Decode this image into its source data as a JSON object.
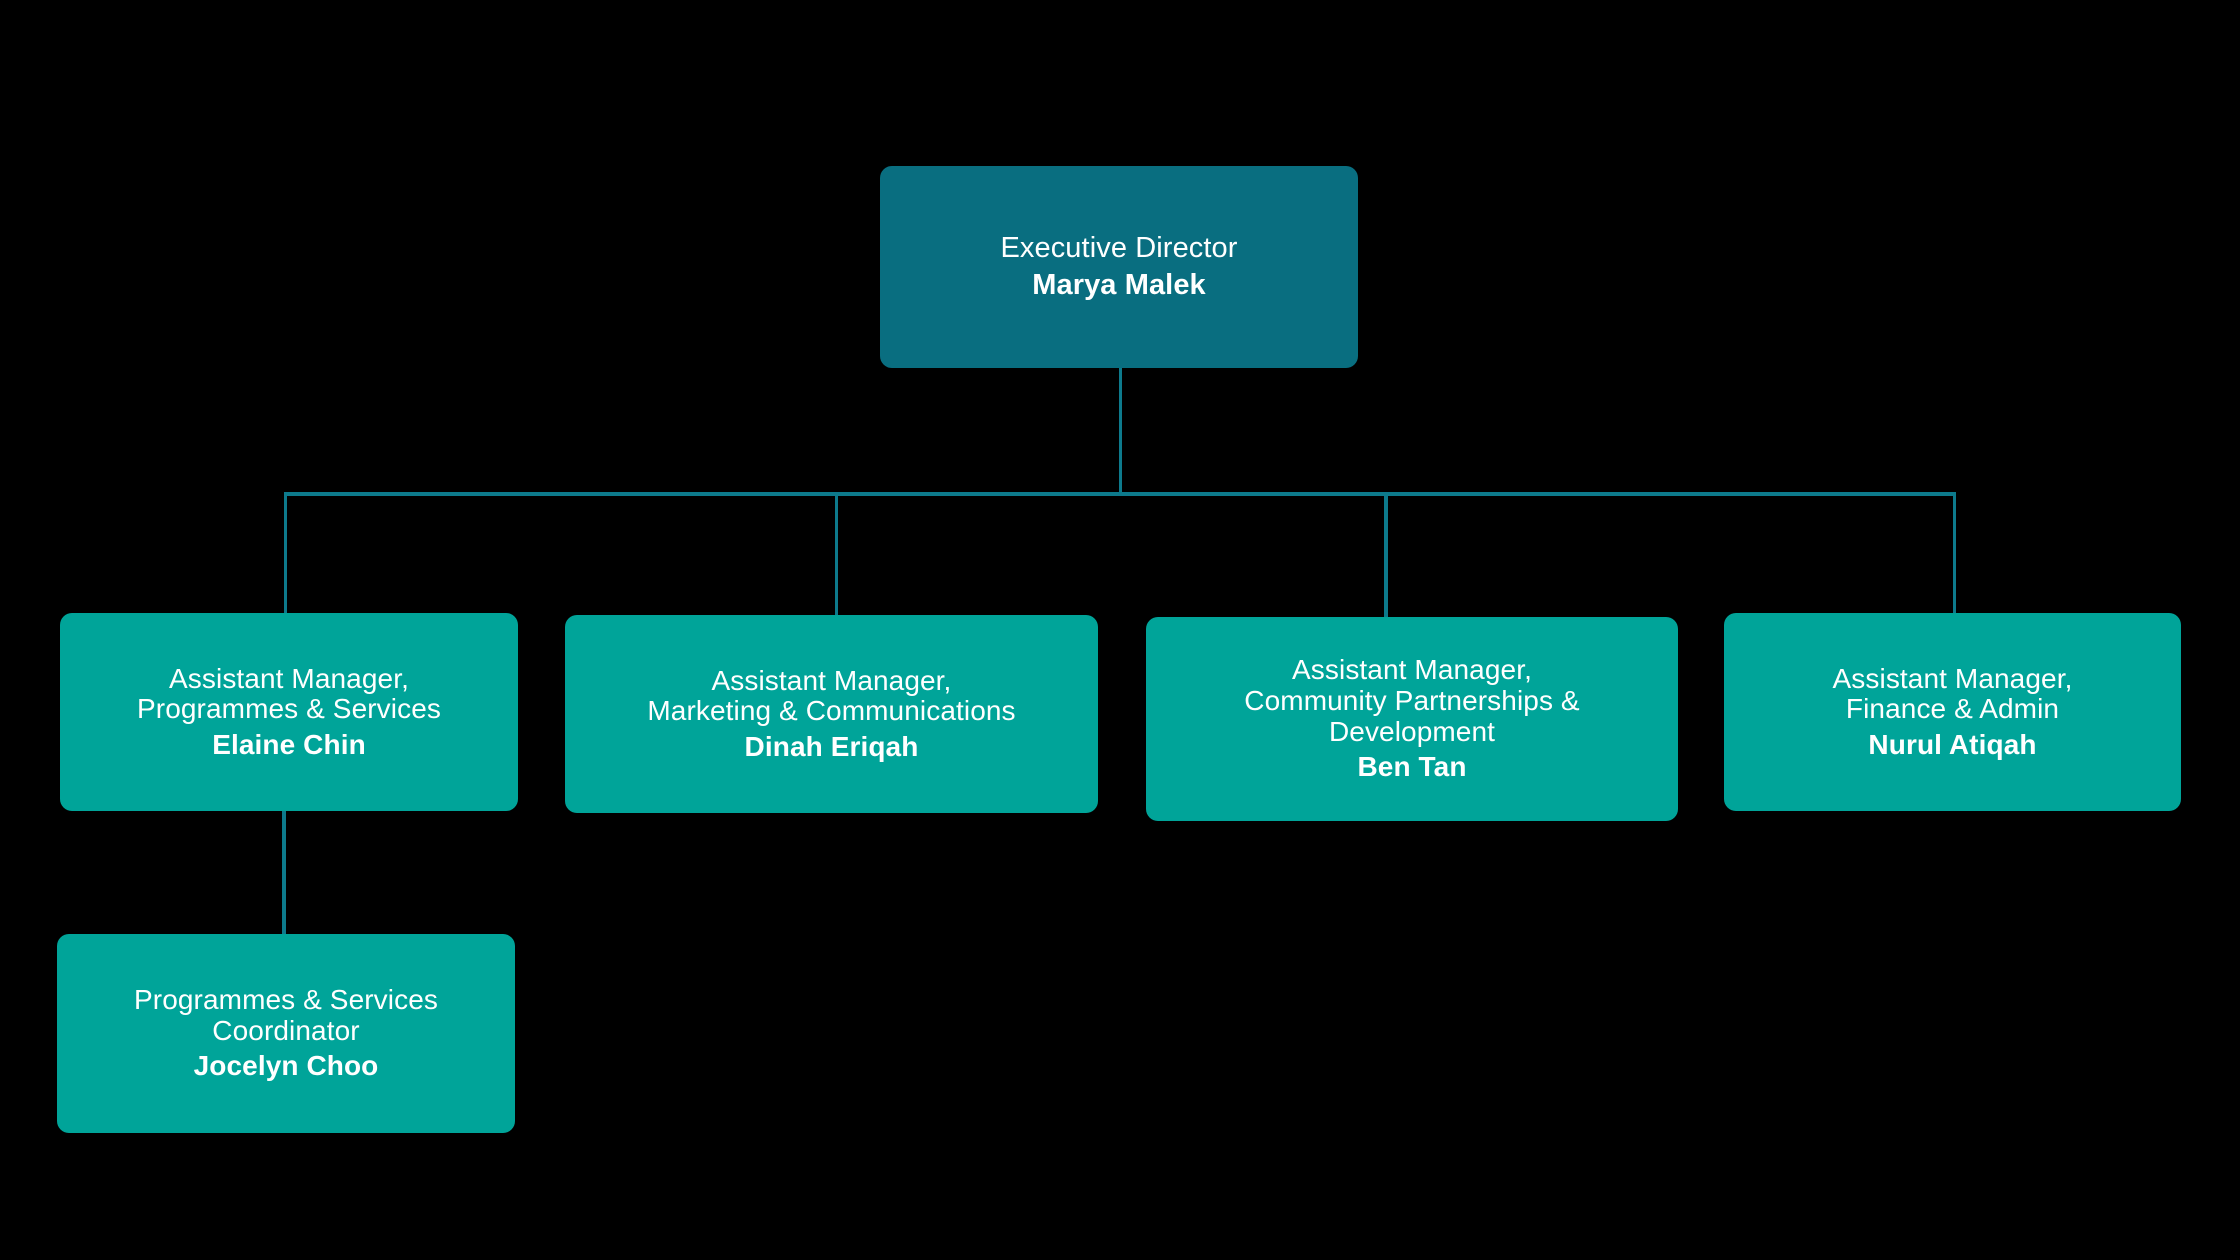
{
  "chart": {
    "type": "org-chart",
    "background_color": "#000000",
    "line_color": "#0d7a8c",
    "root_box_color": "#096e80",
    "node_box_color": "#00a499",
    "text_color": "#ffffff"
  },
  "root": {
    "title": "Executive Director",
    "name": "Marya Malek"
  },
  "level2": [
    {
      "title": "Assistant Manager,\nProgrammes & Services",
      "name": "Elaine Chin"
    },
    {
      "title": "Assistant Manager,\nMarketing & Communications",
      "name": "Dinah Eriqah"
    },
    {
      "title": "Assistant Manager,\nCommunity Partnerships &\nDevelopment",
      "name": "Ben Tan"
    },
    {
      "title": "Assistant Manager,\nFinance & Admin",
      "name": "Nurul Atiqah"
    }
  ],
  "level3": [
    {
      "title": "Programmes & Services\nCoordinator",
      "name": "Jocelyn Choo"
    }
  ]
}
